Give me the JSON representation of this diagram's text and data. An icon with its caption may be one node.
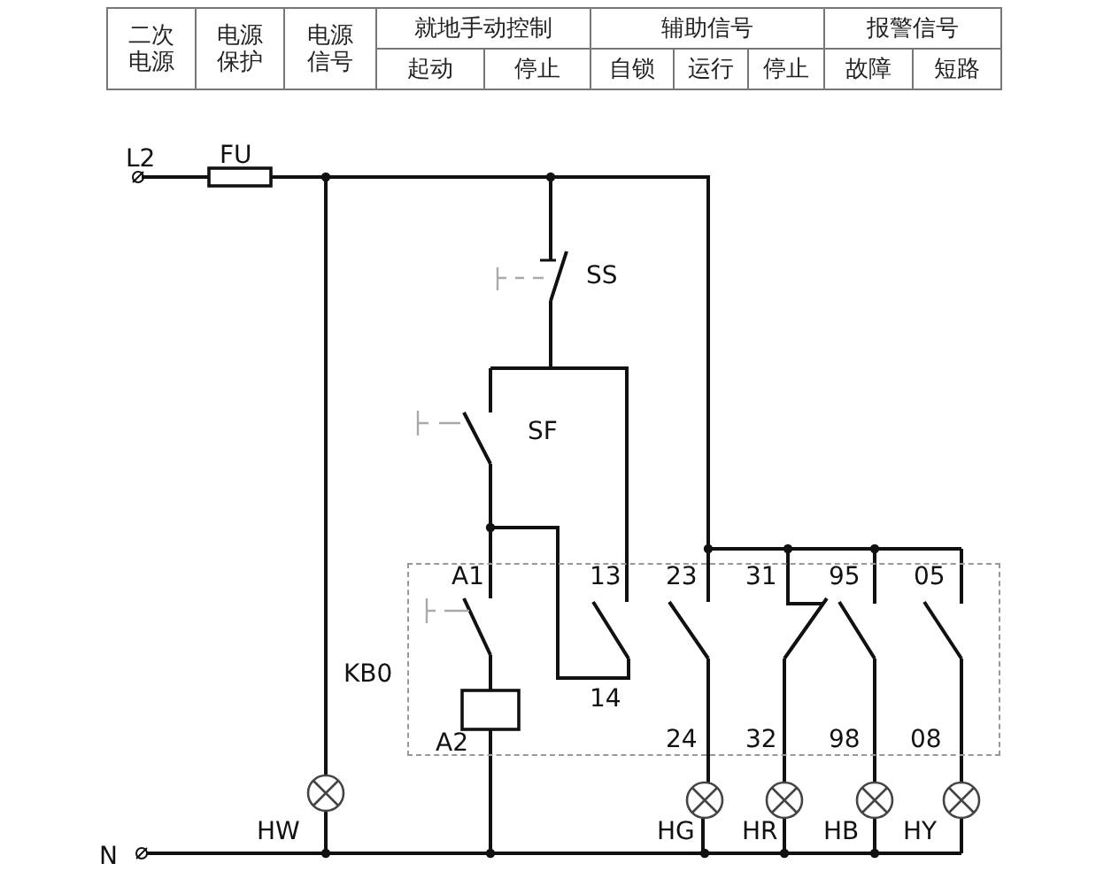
{
  "diagram": {
    "nodes": [
      {
        "text": [
          "KB0"
        ]
      }
    ],
    "labels": [
      "二次电源",
      "电源保护",
      "电源信号",
      "就地手动控制",
      "辅助信号",
      "报警信号",
      "起动",
      "停止",
      "自锁",
      "运行",
      "停止",
      "故障",
      "短路",
      "L2",
      "FU",
      "SS",
      "SF",
      "A1",
      "13",
      "23",
      "31",
      "95",
      "05",
      "14",
      "A2",
      "24",
      "32",
      "98",
      "08",
      "HW",
      "HG",
      "HR",
      "HB",
      "HY",
      "N"
    ]
  }
}
